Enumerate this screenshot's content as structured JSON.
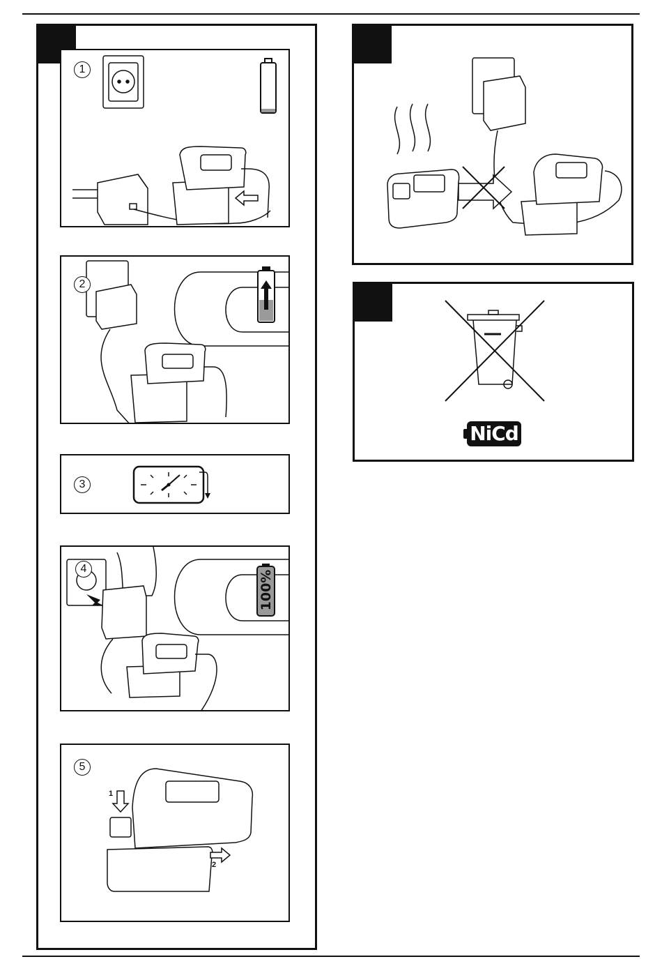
{
  "steps": [
    "1",
    "2",
    "3",
    "4",
    "5"
  ],
  "battery_level_label": "100%",
  "slide_arrows": [
    "1",
    "2"
  ],
  "battery_type_label": "NiCd",
  "icons": {
    "socket": "wall-socket-icon",
    "battery_empty": "battery-empty-icon",
    "battery_charging": "battery-charging-icon",
    "battery_full": "battery-full-icon",
    "clock": "clock-icon",
    "bin": "crossed-out-wheelie-bin-icon"
  },
  "colors": {
    "ink": "#111111",
    "charge_fill": "#9a9a9a",
    "paper": "#ffffff"
  }
}
